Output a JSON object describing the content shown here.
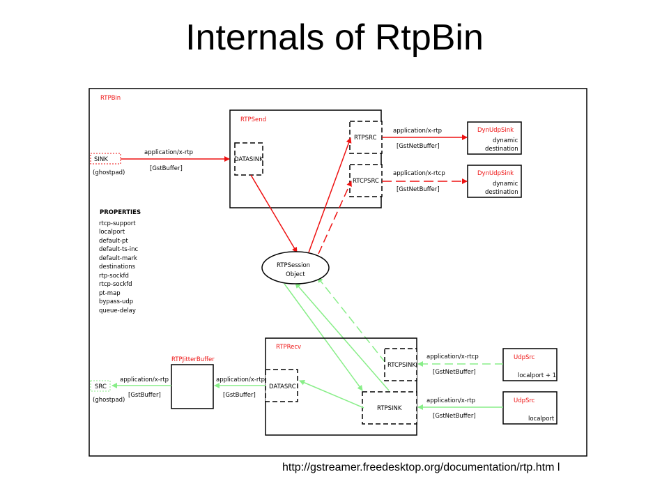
{
  "slide": {
    "title": "Internals of RtpBin",
    "source_url": "http://gstreamer.freedesktop.org/documentation/rtp.htm l"
  },
  "colors": {
    "send": "#ee1111",
    "recv": "#88ee88",
    "text": "#000000"
  },
  "diagram": {
    "outer_label": "RTPBin",
    "rtpsend": {
      "label": "RTPSend",
      "datasink": "DATASINK",
      "rtpsrc": "RTPSRC",
      "rtcpsrc": "RTCPSRC"
    },
    "sink": {
      "label": "SINK",
      "note": "(ghostpad)"
    },
    "sink_link": {
      "caps": "application/x-rtp",
      "type": "[GstBuffer]"
    },
    "dyn1": {
      "title": "DynUdpSink",
      "line1": "dynamic",
      "line2": "destination"
    },
    "dyn2": {
      "title": "DynUdpSink",
      "line1": "dynamic",
      "line2": "destination"
    },
    "rtp_out": {
      "caps": "application/x-rtp",
      "type": "[GstNetBuffer]"
    },
    "rtcp_out": {
      "caps": "application/x-rtcp",
      "type": "[GstNetBuffer]"
    },
    "properties": {
      "heading": "PROPERTIES",
      "items": [
        "rtcp-support",
        "localport",
        "default-pt",
        "default-ts-inc",
        "default-mark",
        "destinations",
        "rtp-sockfd",
        "rtcp-sockfd",
        "pt-map",
        "bypass-udp",
        "queue-delay"
      ]
    },
    "session": {
      "line1": "RTPSession",
      "line2": "Object"
    },
    "rtprecv": {
      "label": "RTPRecv",
      "datasrc": "DATASRC",
      "rtcpsink": "RTCPSINK",
      "rtpsink": "RTPSINK"
    },
    "jitter": {
      "label": "RTPJitterBuffer"
    },
    "src": {
      "label": "SRC",
      "note": "(ghostpad)"
    },
    "jitter_out": {
      "caps": "application/x-rtp",
      "type": "[GstBuffer]"
    },
    "recv_out": {
      "caps": "application/x-rtp",
      "type": "[GstBuffer]"
    },
    "udp1": {
      "title": "UdpSrc",
      "port": "localport + 1"
    },
    "udp2": {
      "title": "UdpSrc",
      "port": "localport"
    },
    "rtcp_in": {
      "caps": "application/x-rtcp",
      "type": "[GstNetBuffer]"
    },
    "rtp_in": {
      "caps": "application/x-rtp",
      "type": "[GstNetBuffer]"
    }
  }
}
